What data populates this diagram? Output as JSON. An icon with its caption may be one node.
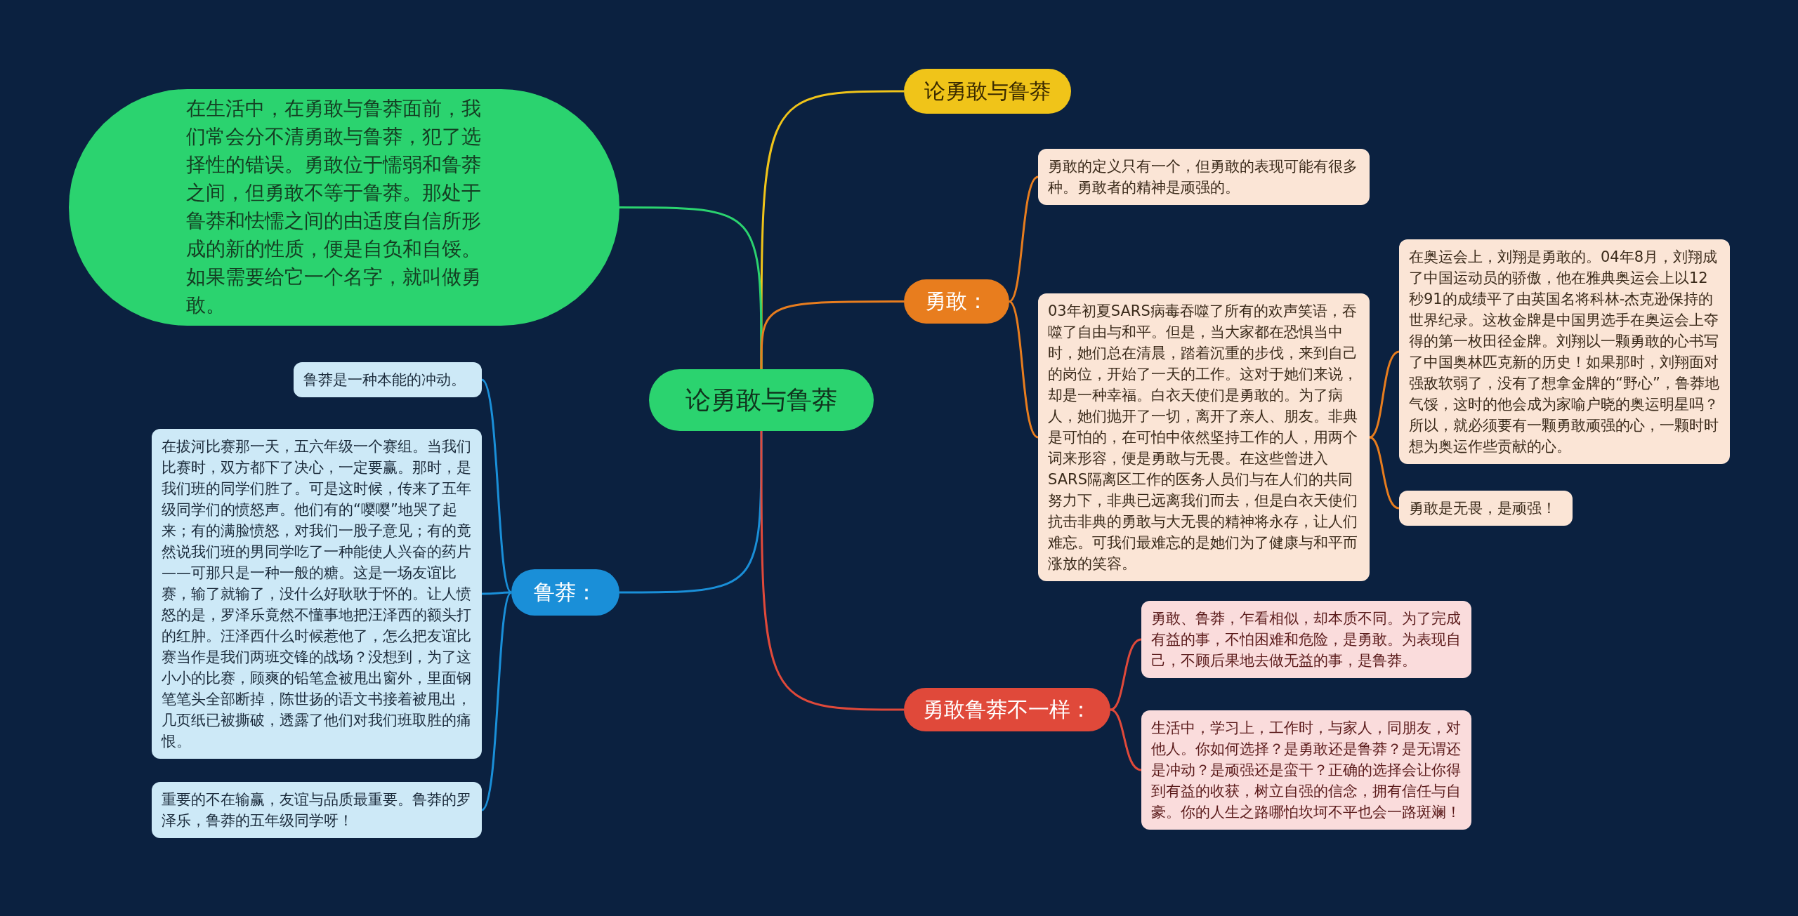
{
  "diagram": {
    "nodes": [
      {
        "text": [
          "论勇敢与鲁莽"
        ]
      },
      {
        "text": [
          "论勇敢与鲁莽"
        ]
      },
      {
        "text": [
          "在生活中，在勇敢与鲁莽面前，我们常会分不清勇敢与鲁莽，犯了选择性的错误。勇敢位于懦弱和鲁莽之间，但勇敢不等于鲁莽。那处于鲁莽和怯懦之间的由适度自信所形成的新的性质，便是自负和自馁。如果需要给它一个名字，就叫做勇敢。"
        ]
      },
      {
        "text": [
          "勇敢："
        ]
      },
      {
        "text": [
          "勇敢的定义只有一个，但勇敢的表现可能有很多种。勇敢者的精神是顽强的。"
        ]
      },
      {
        "text": [
          "03年初夏SARS病毒吞噬了所有的欢声笑语，吞噬了自由与和平。但是，当大家都在恐惧当中时，她们总在清晨，踏着沉重的步伐，来到自己的岗位，开始了一天的工作。这对于她们来说，却是一种幸福。白衣天使们是勇敢的。为了病人，她们抛开了一切，离开了亲人、朋友。非典是可怕的，在可怕中依然坚持工作的人，用两个词来形容，便是勇敢与无畏。在这些曾进入SARS隔离区工作的医务人员们与在人们的共同努力下，非典已远离我们而去，但是白衣天使们抗击非典的勇敢与大无畏的精神将永存，让人们难忘。可我们最难忘的是她们为了健康与和平而涨放的笑容。"
        ]
      },
      {
        "text": [
          "在奥运会上，刘翔是勇敢的。04年8月，刘翔成了中国运动员的骄傲，他在雅典奥运会上以12秒91的成绩平了由英国名将科林-杰克逊保持的世界纪录。这枚金牌是中国男选手在奥运会上夺得的第一枚田径金牌。刘翔以一颗勇敢的心书写了中国奥林匹克新的历史！如果那时，刘翔面对强敌软弱了，没有了想拿金牌的“野心”，鲁莽地气馁，这时的他会成为家喻户晓的奥运明星吗？所以，就必须要有一颗勇敢顽强的心，一颗时时想为奥运作些贡献的心。"
        ]
      },
      {
        "text": [
          "勇敢是无畏，是顽强！"
        ]
      },
      {
        "text": [
          "鲁莽："
        ]
      },
      {
        "text": [
          "鲁莽是一种本能的冲动。"
        ]
      },
      {
        "text": [
          "在拔河比赛那一天，五六年级一个赛组。当我们比赛时，双方都下了决心，一定要赢。那时，是我们班的同学们胜了。可是这时候，传来了五年级同学们的愤怒声。他们有的“嘤嘤”地哭了起来；有的满脸愤怒，对我们一股子意见；有的竟然说我们班的男同学吃了一种能使人兴奋的药片——可那只是一种一般的糖。这是一场友谊比赛，输了就输了，没什么好耿耿于怀的。让人愤怒的是，罗泽乐竟然不懂事地把汪泽西的额头打的红肿。汪泽西什么时候惹他了，怎么把友谊比赛当作是我们两班交锋的战场？没想到，为了这小小的比赛，顾爽的铅笔盒被甩出窗外，里面钢笔笔头全部断掉，陈世扬的语文书接着被甩出，几页纸已被撕破，透露了他们对我们班取胜的痛恨。"
        ]
      },
      {
        "text": [
          "重要的不在输赢，友谊与品质最重要。鲁莽的罗泽乐，鲁莽的五年级同学呀！"
        ]
      },
      {
        "text": [
          "勇敢鲁莽不一样："
        ]
      },
      {
        "text": [
          "勇敢、鲁莽，乍看相似，却本质不同。为了完成有益的事，不怕困难和危险，是勇敢。为表现自己，不顾后果地去做无益的事，是鲁莽。"
        ]
      },
      {
        "text": [
          "生活中，学习上，工作时，与家人，同朋友，对他人。你如何选择？是勇敢还是鲁莽？是无谓还是冲动？是顽强还是蛮干？正确的选择会让你得到有益的收获，树立自强的信念，拥有信任与自豪。你的人生之路哪怕坎坷不平也会一路斑斓！"
        ]
      }
    ],
    "edges": [
      {
        "from": 0,
        "to": 1,
        "arrow": "none",
        "color": "#f0c419"
      },
      {
        "from": 0,
        "to": 2,
        "arrow": "none",
        "color": "#2bd36f"
      },
      {
        "from": 0,
        "to": 3,
        "arrow": "none",
        "color": "#e87d1e"
      },
      {
        "from": 3,
        "to": 4,
        "arrow": "none",
        "color": "#e87d1e"
      },
      {
        "from": 3,
        "to": 5,
        "arrow": "none",
        "color": "#e87d1e"
      },
      {
        "from": 5,
        "to": 6,
        "arrow": "none",
        "color": "#e87d1e"
      },
      {
        "from": 5,
        "to": 7,
        "arrow": "none",
        "color": "#e87d1e"
      },
      {
        "from": 0,
        "to": 8,
        "arrow": "none",
        "color": "#1a8fd8"
      },
      {
        "from": 8,
        "to": 9,
        "arrow": "none",
        "color": "#1a8fd8"
      },
      {
        "from": 8,
        "to": 10,
        "arrow": "none",
        "color": "#1a8fd8"
      },
      {
        "from": 8,
        "to": 11,
        "arrow": "none",
        "color": "#1a8fd8"
      },
      {
        "from": 0,
        "to": 12,
        "arrow": "none",
        "color": "#e0493a"
      },
      {
        "from": 12,
        "to": 13,
        "arrow": "none",
        "color": "#e0493a"
      },
      {
        "from": 12,
        "to": 14,
        "arrow": "none",
        "color": "#e0493a"
      }
    ]
  }
}
